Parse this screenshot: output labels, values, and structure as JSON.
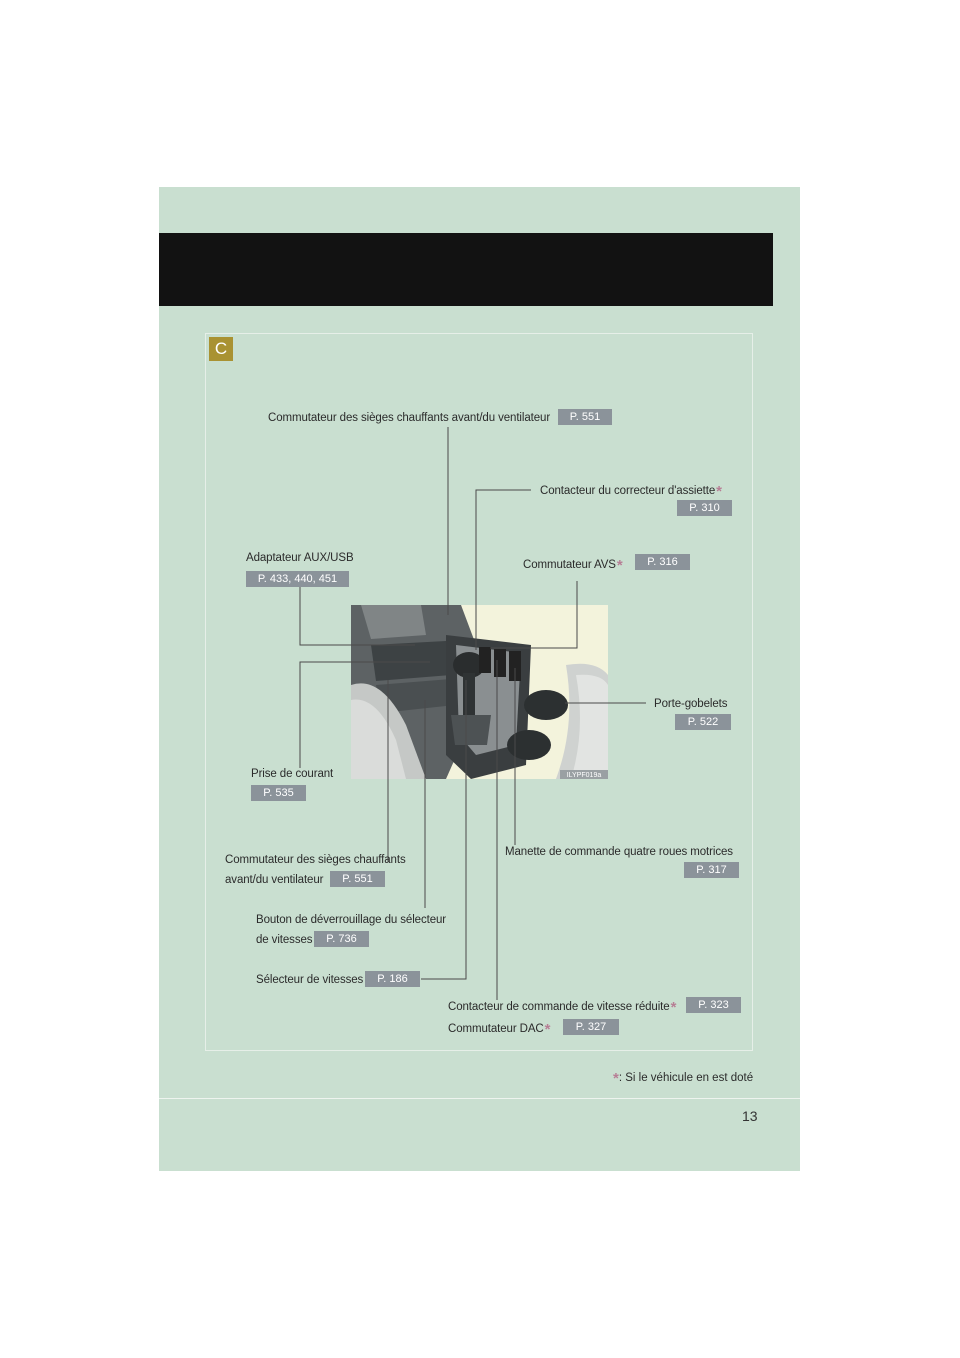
{
  "section": {
    "letter": "C"
  },
  "photo": {
    "code": "ILYPF019a"
  },
  "callouts": {
    "heated_seats_top": {
      "label": "Commutateur des sièges chauffants avant/du ventilateur",
      "ref": "P. 551"
    },
    "level_switch": {
      "label": "Contacteur du correcteur d'assiette",
      "ref": "P. 310"
    },
    "avs_switch": {
      "label": "Commutateur AVS",
      "ref": "P. 316"
    },
    "aux_usb": {
      "label": "Adaptateur AUX/USB",
      "ref": "P. 433, 440, 451"
    },
    "cup_holders": {
      "label": "Porte-gobelets",
      "ref": "P. 522"
    },
    "power_outlet": {
      "label": "Prise de courant",
      "ref": "P. 535"
    },
    "four_wd_lever": {
      "label": "Manette de commande quatre roues motrices",
      "ref": "P. 317"
    },
    "heated_seats_bottom": {
      "label_line1": "Commutateur des sièges chauffants",
      "label_line2": "avant/du ventilateur",
      "ref": "P. 551"
    },
    "shift_lock": {
      "label_line1": "Bouton de déverrouillage du sélecteur",
      "label_line2": "de vitesses",
      "ref": "P. 736"
    },
    "shift_lever": {
      "label": "Sélecteur de vitesses",
      "ref": "P. 186"
    },
    "low_range": {
      "label": "Contacteur de commande de vitesse réduite",
      "ref": "P. 323"
    },
    "dac_switch": {
      "label": "Commutateur DAC",
      "ref": "P. 327"
    }
  },
  "footnote": {
    "asterisk": "*",
    "text": ": Si le véhicule en est doté"
  },
  "page_number": "13"
}
